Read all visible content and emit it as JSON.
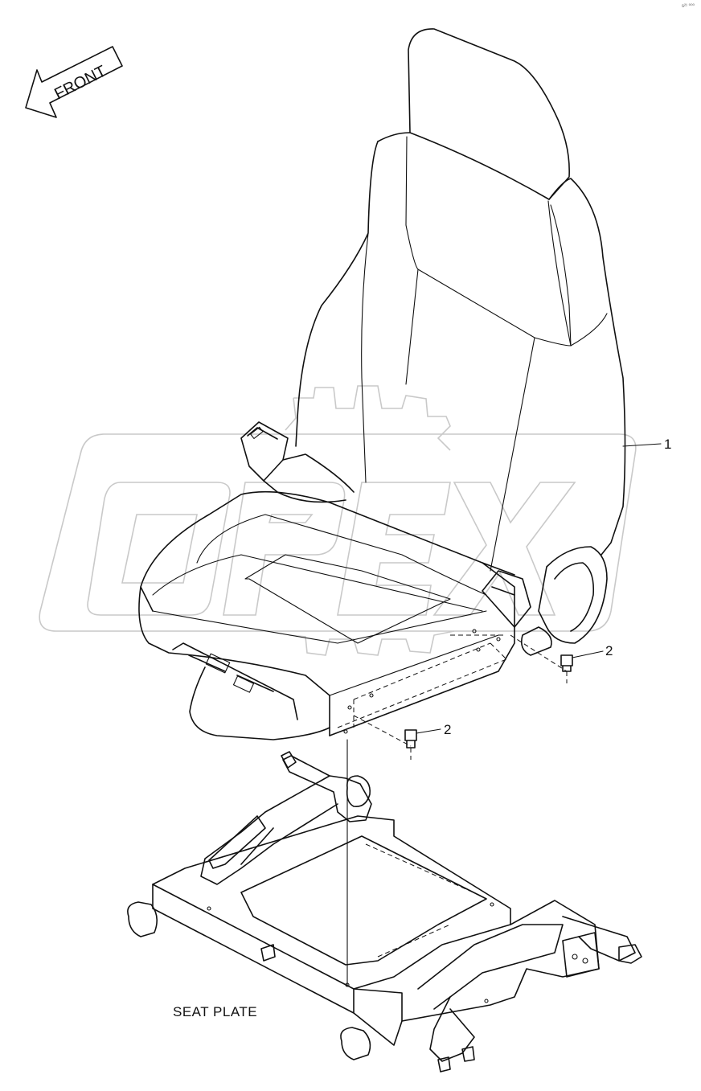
{
  "direction_arrow": {
    "label": "FRONT"
  },
  "callouts": [
    {
      "id": "seat",
      "label": "1"
    },
    {
      "id": "bolt-right",
      "label": "2"
    },
    {
      "id": "bolt-lower",
      "label": "2"
    }
  ],
  "seat_plate_label": "SEAT PLATE",
  "watermark": {
    "text": "OPEX"
  },
  "corner_code": "s²¹ ⁰⁰⁰"
}
